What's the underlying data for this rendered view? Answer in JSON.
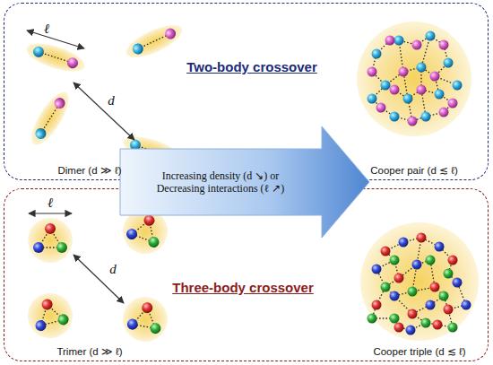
{
  "diagram": {
    "nodes": [
      {
        "text": [
          "Two-body crossover"
        ]
      },
      {
        "text": [
          "Three-body crossover"
        ]
      },
      {
        "text": [
          "Increasing density (d ↘) or Decreasing interactions (ℓ ↗)"
        ]
      }
    ],
    "labels": [
      "ℓ",
      "d",
      "Dimer (d ≫ ℓ)",
      "Cooper pair (d ≲ ℓ)",
      "ℓ",
      "d",
      "Trimer (d ≫ ℓ)",
      "Cooper triple (d ≲ ℓ)"
    ]
  }
}
